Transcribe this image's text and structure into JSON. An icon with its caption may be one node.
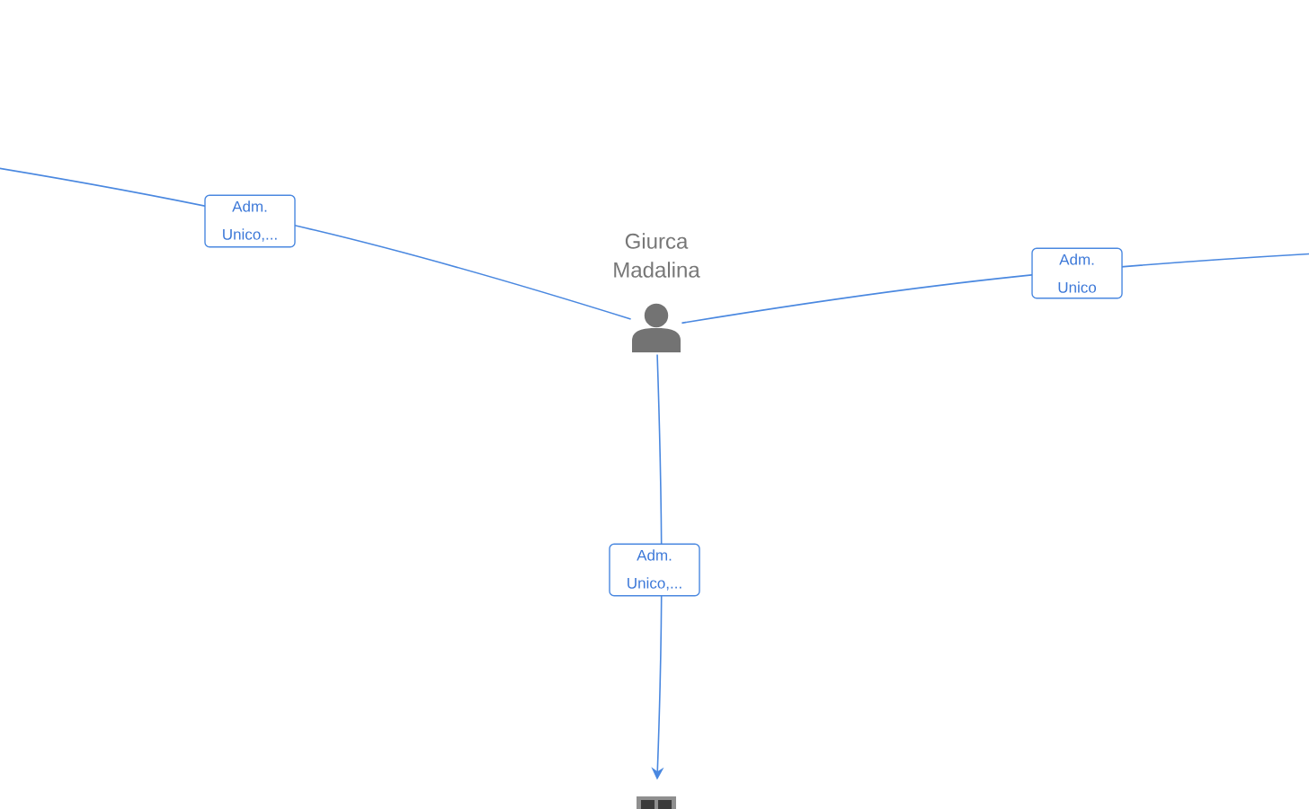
{
  "diagram": {
    "nodes": [
      {
        "text": [
          "Giurca Madalina"
        ]
      },
      {
        "text": [],
        "shape": "picture"
      }
    ],
    "edges": [
      {
        "from": 0,
        "to": null,
        "arrow": "none",
        "label": "Adm. Unico,..."
      },
      {
        "from": 0,
        "to": null,
        "arrow": "none",
        "label": "Adm. Unico"
      },
      {
        "from": 0,
        "to": 1,
        "arrow": "to",
        "label": "Adm. Unico,..."
      }
    ]
  }
}
